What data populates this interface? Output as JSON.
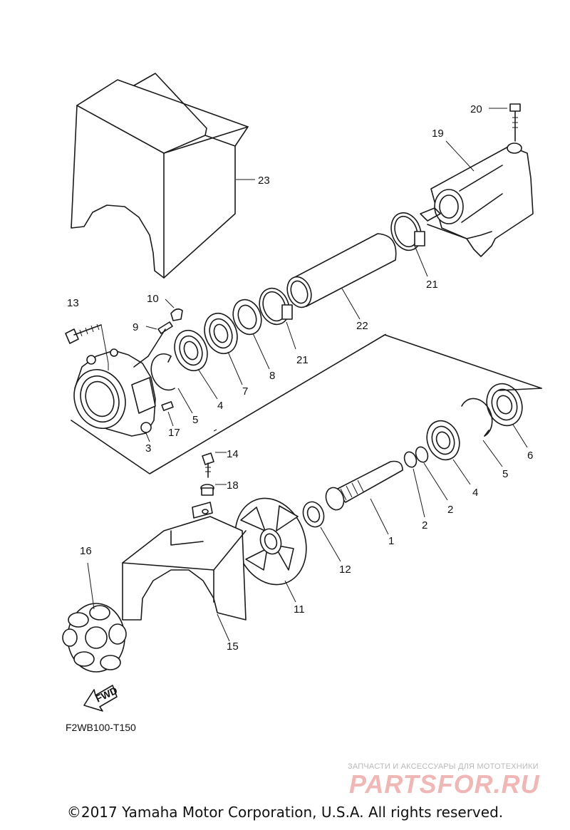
{
  "diagram": {
    "code": "F2WB100-T150",
    "fwd_label": "FWD",
    "callouts": {
      "c1": "1",
      "c2a": "2",
      "c2b": "2",
      "c3": "3",
      "c4a": "4",
      "c4b": "4",
      "c5a": "5",
      "c5b": "5",
      "c6": "6",
      "c7": "7",
      "c8": "8",
      "c9": "9",
      "c10": "10",
      "c11": "11",
      "c12": "12",
      "c13": "13",
      "c14": "14",
      "c15": "15",
      "c16": "16",
      "c17": "17",
      "c18": "18",
      "c19": "19",
      "c20": "20",
      "c21a": "21",
      "c21b": "21",
      "c22": "22",
      "c23": "23"
    }
  },
  "watermark": {
    "tagline": "ЗАПЧАСТИ И АКСЕССУАРЫ ДЛЯ МОТОТЕХНИКИ",
    "brand": "PARTSFOR.RU"
  },
  "copyright": "©2017 Yamaha Motor Corporation, U.S.A. All rights reserved."
}
